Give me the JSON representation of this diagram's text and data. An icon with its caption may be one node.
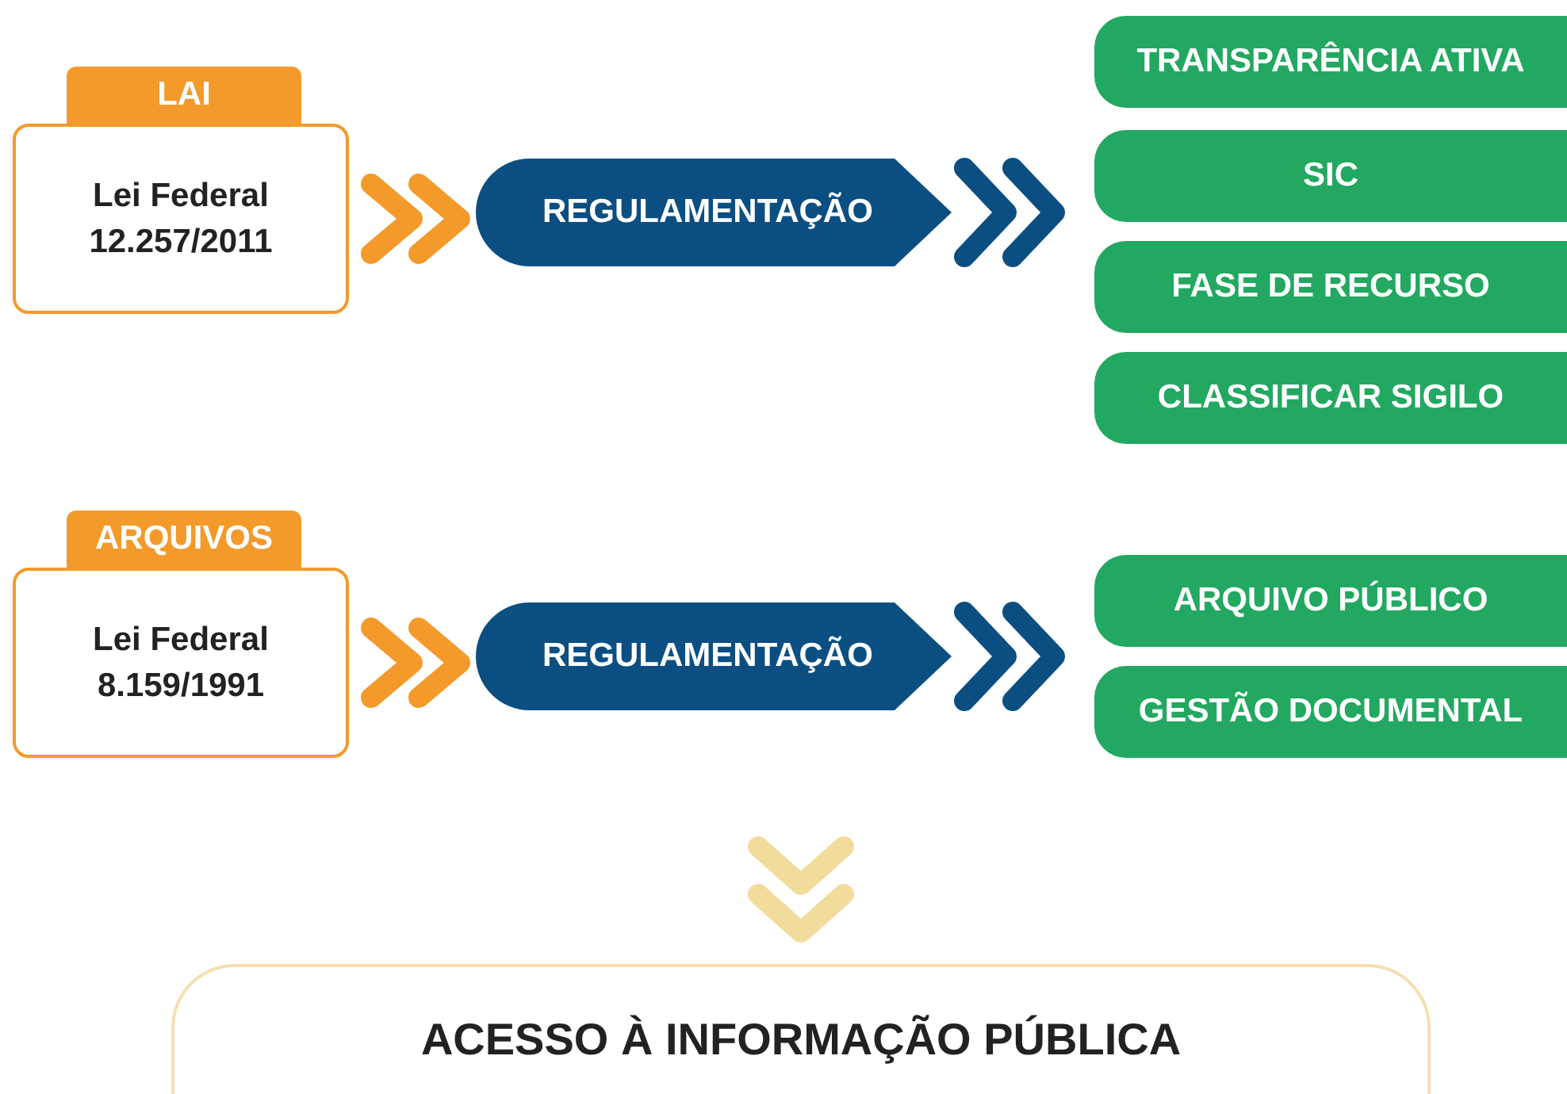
{
  "diagram": {
    "nodes": [
      {
        "text": [
          "LAI",
          "Lei Federal 12.257/2011"
        ]
      },
      {
        "text": [
          "REGULAMENTAÇÃO"
        ]
      },
      {
        "text": [
          "TRANSPARÊNCIA ATIVA"
        ]
      },
      {
        "text": [
          "SIC"
        ]
      },
      {
        "text": [
          "FASE DE RECURSO"
        ]
      },
      {
        "text": [
          "CLASSIFICAR SIGILO"
        ]
      },
      {
        "text": [
          "ARQUIVOS",
          "Lei Federal 8.159/1991"
        ]
      },
      {
        "text": [
          "REGULAMENTAÇÃO"
        ]
      },
      {
        "text": [
          "ARQUIVO PÚBLICO"
        ]
      },
      {
        "text": [
          "GESTÃO DOCUMENTAL"
        ]
      },
      {
        "text": [
          "ACESSO À INFORMAÇÃO PÚBLICA"
        ]
      }
    ],
    "edges": [
      {
        "from": 0,
        "to": 1,
        "arrow": "to",
        "color": "#f39a2b"
      },
      {
        "from": 1,
        "to": 2,
        "arrow": "to"
      },
      {
        "from": 1,
        "to": 3,
        "arrow": "to"
      },
      {
        "from": 1,
        "to": 4,
        "arrow": "to"
      },
      {
        "from": 6,
        "to": 7,
        "arrow": "to",
        "color": "#f39a2b"
      },
      {
        "from": 7,
        "to": 8,
        "arrow": "to"
      },
      {
        "from": 7,
        "to": 9,
        "arrow": "to"
      },
      {
        "from": null,
        "to": 10,
        "arrow": "to",
        "color": "#f2dc9b"
      }
    ]
  }
}
